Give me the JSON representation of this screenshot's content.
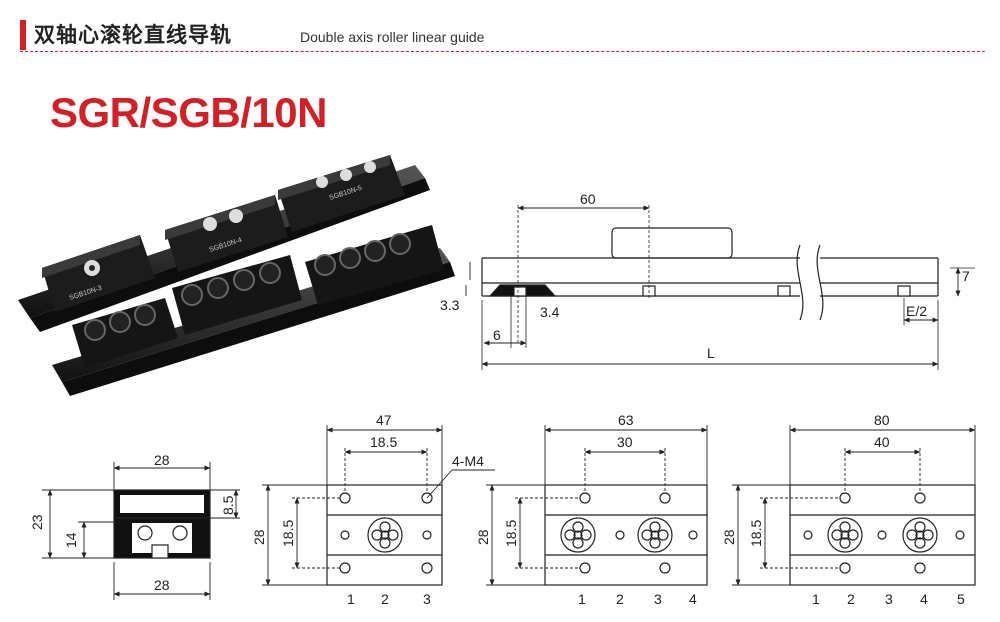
{
  "header": {
    "title_cn": "双轴心滚轮直线导轨",
    "title_en": "Double axis roller linear guide"
  },
  "model": "SGR/SGB/10N",
  "photo": {
    "labels": [
      "SGB10N-3",
      "SGB10N-4",
      "SGB10N-5"
    ]
  },
  "side_view": {
    "dims": {
      "pitch": "60",
      "h7": "7",
      "h33": "3.3",
      "w34": "3.4",
      "w6": "6",
      "e2": "E/2",
      "length": "L"
    }
  },
  "section": {
    "dims": {
      "top_w": "28",
      "bottom_w": "28",
      "h23": "23",
      "h14": "14",
      "h85": "8.5"
    }
  },
  "plate3": {
    "dims": {
      "w47": "47",
      "w185": "18.5",
      "h28": "28",
      "h185": "18.5",
      "thread": "4-M4"
    },
    "positions": [
      "1",
      "2",
      "3"
    ]
  },
  "plate4": {
    "dims": {
      "w63": "63",
      "w30": "30",
      "h28": "28",
      "h185": "18.5"
    },
    "positions": [
      "1",
      "2",
      "3",
      "4"
    ]
  },
  "plate5": {
    "dims": {
      "w80": "80",
      "w40": "40",
      "h28": "28",
      "h185": "18.5"
    },
    "positions": [
      "1",
      "2",
      "3",
      "4",
      "5"
    ]
  }
}
